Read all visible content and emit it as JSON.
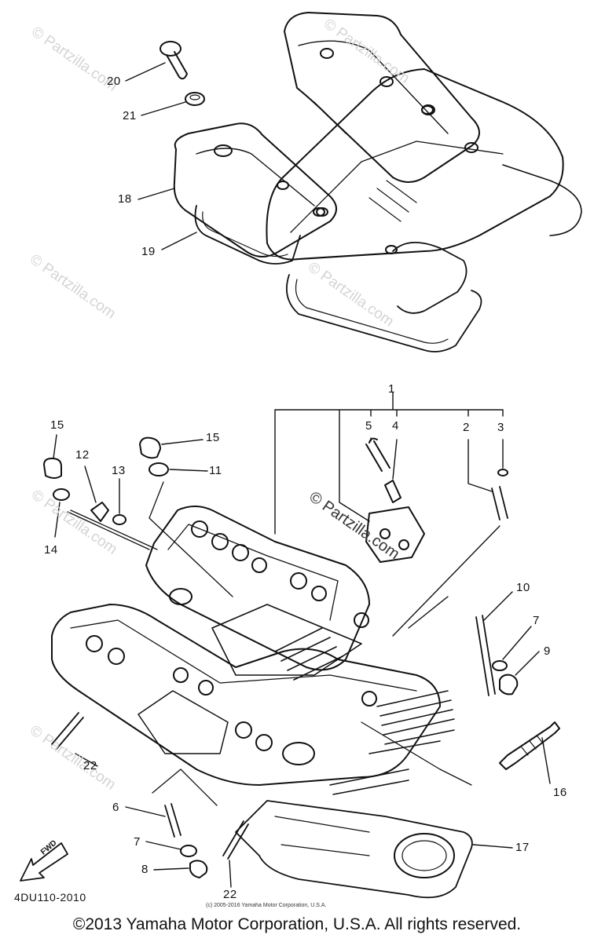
{
  "watermarks": [
    {
      "text": "© Partzilla.com"
    },
    {
      "text": "© Partzilla.com"
    },
    {
      "text": "© Partzilla.com"
    },
    {
      "text": "© Partzilla.com"
    },
    {
      "text": "© Partzilla.com"
    },
    {
      "text": "© Partzilla.com"
    },
    {
      "text": "© Partzilla.com"
    }
  ],
  "callouts": {
    "c1": "1",
    "c2": "2",
    "c3": "3",
    "c4": "4",
    "c5": "5",
    "c6": "6",
    "c7a": "7",
    "c7b": "7",
    "c8": "8",
    "c9": "9",
    "c10": "10",
    "c11": "11",
    "c12": "12",
    "c13": "13",
    "c14": "14",
    "c15a": "15",
    "c15b": "15",
    "c16": "16",
    "c17": "17",
    "c18": "18",
    "c19": "19",
    "c20": "20",
    "c21": "21",
    "c22a": "22",
    "c22b": "22"
  },
  "fwd_label": "FWD",
  "part_code": "4DU110-2010",
  "small_copyright": "(c) 2005-2016 Yamaha Motor Corporation, U.S.A.",
  "copyright": "©2013 Yamaha Motor Corporation, U.S.A. All rights reserved."
}
